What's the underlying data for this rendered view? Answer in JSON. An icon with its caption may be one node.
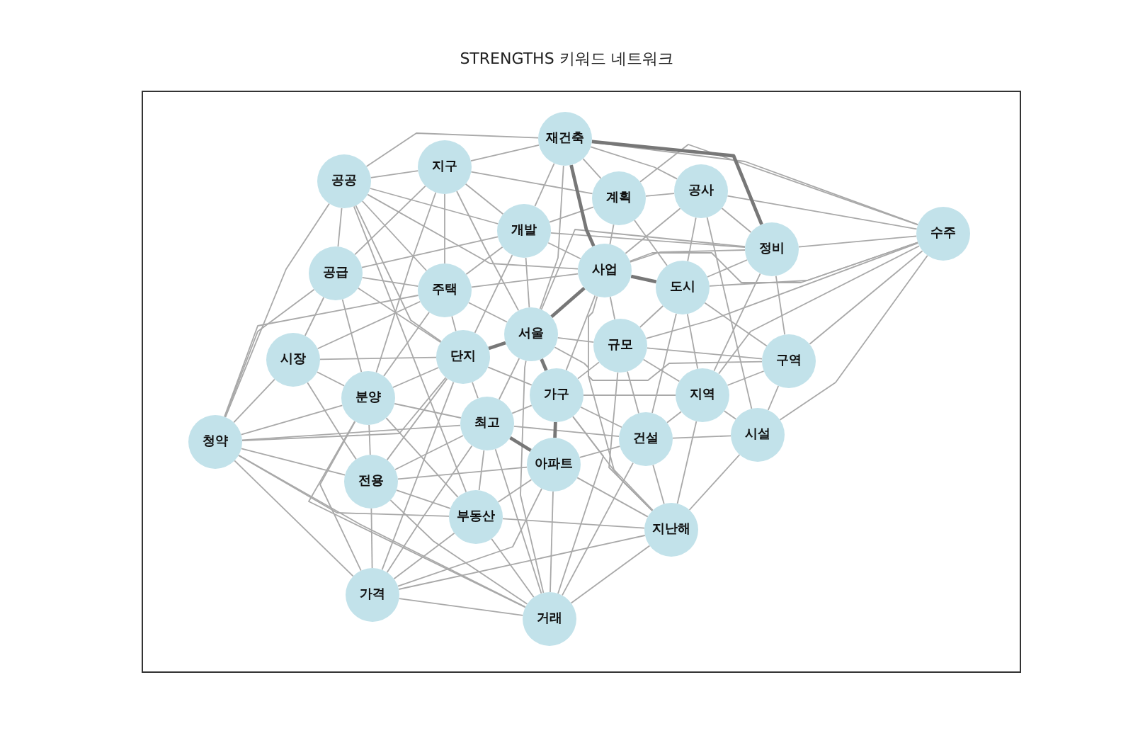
{
  "diagram": {
    "title": "STRENGTHS 키워드 네트워크",
    "nodes": [
      {
        "text": [
          "재건축"
        ]
      },
      {
        "text": [
          "지구"
        ]
      },
      {
        "text": [
          "공공"
        ]
      },
      {
        "text": [
          "공사"
        ]
      },
      {
        "text": [
          "계획"
        ]
      },
      {
        "text": [
          "개발"
        ]
      },
      {
        "text": [
          "수주"
        ]
      },
      {
        "text": [
          "정비"
        ]
      },
      {
        "text": [
          "공급"
        ]
      },
      {
        "text": [
          "사업"
        ]
      },
      {
        "text": [
          "도시"
        ]
      },
      {
        "text": [
          "주택"
        ]
      },
      {
        "text": [
          "서울"
        ]
      },
      {
        "text": [
          "규모"
        ]
      },
      {
        "text": [
          "단지"
        ]
      },
      {
        "text": [
          "시장"
        ]
      },
      {
        "text": [
          "구역"
        ]
      },
      {
        "text": [
          "가구"
        ]
      },
      {
        "text": [
          "분양"
        ]
      },
      {
        "text": [
          "지역"
        ]
      },
      {
        "text": [
          "최고"
        ]
      },
      {
        "text": [
          "건설"
        ]
      },
      {
        "text": [
          "시설"
        ]
      },
      {
        "text": [
          "청약"
        ]
      },
      {
        "text": [
          "아파트"
        ]
      },
      {
        "text": [
          "전용"
        ]
      },
      {
        "text": [
          "부동산"
        ]
      },
      {
        "text": [
          "지난해"
        ]
      },
      {
        "text": [
          "가격"
        ]
      },
      {
        "text": [
          "거래"
        ]
      }
    ],
    "edges": [
      {
        "from": 0,
        "to": 1,
        "arrow": "none"
      },
      {
        "from": 0,
        "to": 2,
        "arrow": "none"
      },
      {
        "from": 0,
        "to": 3,
        "arrow": "none"
      },
      {
        "from": 0,
        "to": 4,
        "arrow": "none"
      },
      {
        "from": 0,
        "to": 5,
        "arrow": "none"
      },
      {
        "from": 0,
        "to": 6,
        "arrow": "none"
      },
      {
        "from": 0,
        "to": 7,
        "arrow": "none",
        "style": "thick"
      },
      {
        "from": 0,
        "to": 9,
        "arrow": "none",
        "style": "thick"
      },
      {
        "from": 0,
        "to": 12,
        "arrow": "none"
      },
      {
        "from": 1,
        "to": 2,
        "arrow": "none"
      },
      {
        "from": 1,
        "to": 4,
        "arrow": "none"
      },
      {
        "from": 1,
        "to": 5,
        "arrow": "none"
      },
      {
        "from": 1,
        "to": 8,
        "arrow": "none"
      },
      {
        "from": 1,
        "to": 11,
        "arrow": "none"
      },
      {
        "from": 1,
        "to": 12,
        "arrow": "none"
      },
      {
        "from": 1,
        "to": 18,
        "arrow": "none"
      },
      {
        "from": 2,
        "to": 5,
        "arrow": "none"
      },
      {
        "from": 2,
        "to": 8,
        "arrow": "none"
      },
      {
        "from": 2,
        "to": 9,
        "arrow": "none"
      },
      {
        "from": 2,
        "to": 11,
        "arrow": "none"
      },
      {
        "from": 2,
        "to": 14,
        "arrow": "none"
      },
      {
        "from": 2,
        "to": 23,
        "arrow": "none"
      },
      {
        "from": 2,
        "to": 26,
        "arrow": "none"
      },
      {
        "from": 3,
        "to": 4,
        "arrow": "none"
      },
      {
        "from": 3,
        "to": 6,
        "arrow": "none"
      },
      {
        "from": 3,
        "to": 7,
        "arrow": "none"
      },
      {
        "from": 3,
        "to": 9,
        "arrow": "none"
      },
      {
        "from": 3,
        "to": 10,
        "arrow": "none"
      },
      {
        "from": 3,
        "to": 22,
        "arrow": "none"
      },
      {
        "from": 4,
        "to": 5,
        "arrow": "none"
      },
      {
        "from": 4,
        "to": 6,
        "arrow": "none"
      },
      {
        "from": 4,
        "to": 9,
        "arrow": "none"
      },
      {
        "from": 4,
        "to": 10,
        "arrow": "none"
      },
      {
        "from": 5,
        "to": 7,
        "arrow": "none"
      },
      {
        "from": 5,
        "to": 8,
        "arrow": "none"
      },
      {
        "from": 5,
        "to": 9,
        "arrow": "none"
      },
      {
        "from": 5,
        "to": 11,
        "arrow": "none"
      },
      {
        "from": 5,
        "to": 12,
        "arrow": "none"
      },
      {
        "from": 5,
        "to": 14,
        "arrow": "none"
      },
      {
        "from": 6,
        "to": 7,
        "arrow": "none"
      },
      {
        "from": 6,
        "to": 9,
        "arrow": "none"
      },
      {
        "from": 6,
        "to": 10,
        "arrow": "none"
      },
      {
        "from": 6,
        "to": 13,
        "arrow": "none"
      },
      {
        "from": 6,
        "to": 16,
        "arrow": "none"
      },
      {
        "from": 6,
        "to": 19,
        "arrow": "none"
      },
      {
        "from": 6,
        "to": 22,
        "arrow": "none"
      },
      {
        "from": 7,
        "to": 9,
        "arrow": "none"
      },
      {
        "from": 7,
        "to": 10,
        "arrow": "none"
      },
      {
        "from": 7,
        "to": 12,
        "arrow": "none"
      },
      {
        "from": 7,
        "to": 16,
        "arrow": "none"
      },
      {
        "from": 7,
        "to": 19,
        "arrow": "none"
      },
      {
        "from": 8,
        "to": 11,
        "arrow": "none"
      },
      {
        "from": 8,
        "to": 14,
        "arrow": "none"
      },
      {
        "from": 8,
        "to": 15,
        "arrow": "none"
      },
      {
        "from": 8,
        "to": 18,
        "arrow": "none"
      },
      {
        "from": 8,
        "to": 23,
        "arrow": "none"
      },
      {
        "from": 9,
        "to": 10,
        "arrow": "none",
        "style": "thick"
      },
      {
        "from": 9,
        "to": 11,
        "arrow": "none"
      },
      {
        "from": 9,
        "to": 12,
        "arrow": "none",
        "style": "thick"
      },
      {
        "from": 9,
        "to": 13,
        "arrow": "none"
      },
      {
        "from": 9,
        "to": 17,
        "arrow": "none"
      },
      {
        "from": 9,
        "to": 27,
        "arrow": "none"
      },
      {
        "from": 10,
        "to": 13,
        "arrow": "none"
      },
      {
        "from": 10,
        "to": 16,
        "arrow": "none"
      },
      {
        "from": 10,
        "to": 19,
        "arrow": "none"
      },
      {
        "from": 10,
        "to": 21,
        "arrow": "none"
      },
      {
        "from": 11,
        "to": 12,
        "arrow": "none"
      },
      {
        "from": 11,
        "to": 14,
        "arrow": "none"
      },
      {
        "from": 11,
        "to": 15,
        "arrow": "none"
      },
      {
        "from": 11,
        "to": 18,
        "arrow": "none"
      },
      {
        "from": 11,
        "to": 23,
        "arrow": "none"
      },
      {
        "from": 12,
        "to": 13,
        "arrow": "none"
      },
      {
        "from": 12,
        "to": 14,
        "arrow": "none",
        "style": "thick"
      },
      {
        "from": 12,
        "to": 16,
        "arrow": "none"
      },
      {
        "from": 12,
        "to": 17,
        "arrow": "none",
        "style": "thick"
      },
      {
        "from": 12,
        "to": 20,
        "arrow": "none"
      },
      {
        "from": 12,
        "to": 29,
        "arrow": "none"
      },
      {
        "from": 13,
        "to": 16,
        "arrow": "none"
      },
      {
        "from": 13,
        "to": 17,
        "arrow": "none"
      },
      {
        "from": 13,
        "to": 19,
        "arrow": "none"
      },
      {
        "from": 13,
        "to": 21,
        "arrow": "none"
      },
      {
        "from": 13,
        "to": 27,
        "arrow": "none"
      },
      {
        "from": 14,
        "to": 15,
        "arrow": "none"
      },
      {
        "from": 14,
        "to": 17,
        "arrow": "none"
      },
      {
        "from": 14,
        "to": 18,
        "arrow": "none"
      },
      {
        "from": 14,
        "to": 20,
        "arrow": "none"
      },
      {
        "from": 14,
        "to": 23,
        "arrow": "none"
      },
      {
        "from": 14,
        "to": 25,
        "arrow": "none"
      },
      {
        "from": 14,
        "to": 28,
        "arrow": "none"
      },
      {
        "from": 15,
        "to": 18,
        "arrow": "none"
      },
      {
        "from": 15,
        "to": 23,
        "arrow": "none"
      },
      {
        "from": 15,
        "to": 25,
        "arrow": "none"
      },
      {
        "from": 16,
        "to": 19,
        "arrow": "none"
      },
      {
        "from": 16,
        "to": 22,
        "arrow": "none"
      },
      {
        "from": 17,
        "to": 19,
        "arrow": "none"
      },
      {
        "from": 17,
        "to": 20,
        "arrow": "none"
      },
      {
        "from": 17,
        "to": 21,
        "arrow": "none"
      },
      {
        "from": 17,
        "to": 24,
        "arrow": "none",
        "style": "thick"
      },
      {
        "from": 17,
        "to": 27,
        "arrow": "none"
      },
      {
        "from": 17,
        "to": 29,
        "arrow": "none"
      },
      {
        "from": 18,
        "to": 20,
        "arrow": "none"
      },
      {
        "from": 18,
        "to": 23,
        "arrow": "none"
      },
      {
        "from": 18,
        "to": 25,
        "arrow": "none"
      },
      {
        "from": 18,
        "to": 26,
        "arrow": "none"
      },
      {
        "from": 18,
        "to": 28,
        "arrow": "none"
      },
      {
        "from": 18,
        "to": 29,
        "arrow": "none"
      },
      {
        "from": 19,
        "to": 21,
        "arrow": "none"
      },
      {
        "from": 19,
        "to": 22,
        "arrow": "none"
      },
      {
        "from": 19,
        "to": 27,
        "arrow": "none"
      },
      {
        "from": 20,
        "to": 21,
        "arrow": "none"
      },
      {
        "from": 20,
        "to": 23,
        "arrow": "none"
      },
      {
        "from": 20,
        "to": 24,
        "arrow": "none",
        "style": "thick"
      },
      {
        "from": 20,
        "to": 25,
        "arrow": "none"
      },
      {
        "from": 20,
        "to": 26,
        "arrow": "none"
      },
      {
        "from": 20,
        "to": 28,
        "arrow": "none"
      },
      {
        "from": 20,
        "to": 29,
        "arrow": "none"
      },
      {
        "from": 21,
        "to": 22,
        "arrow": "none"
      },
      {
        "from": 21,
        "to": 24,
        "arrow": "none"
      },
      {
        "from": 21,
        "to": 27,
        "arrow": "none"
      },
      {
        "from": 21,
        "to": 29,
        "arrow": "none"
      },
      {
        "from": 22,
        "to": 27,
        "arrow": "none"
      },
      {
        "from": 23,
        "to": 25,
        "arrow": "none"
      },
      {
        "from": 23,
        "to": 26,
        "arrow": "none"
      },
      {
        "from": 23,
        "to": 28,
        "arrow": "none"
      },
      {
        "from": 23,
        "to": 29,
        "arrow": "none"
      },
      {
        "from": 24,
        "to": 25,
        "arrow": "none"
      },
      {
        "from": 24,
        "to": 26,
        "arrow": "none"
      },
      {
        "from": 24,
        "to": 27,
        "arrow": "none"
      },
      {
        "from": 24,
        "to": 28,
        "arrow": "none"
      },
      {
        "from": 24,
        "to": 29,
        "arrow": "none"
      },
      {
        "from": 25,
        "to": 26,
        "arrow": "none"
      },
      {
        "from": 25,
        "to": 28,
        "arrow": "none"
      },
      {
        "from": 25,
        "to": 29,
        "arrow": "none"
      },
      {
        "from": 26,
        "to": 27,
        "arrow": "none"
      },
      {
        "from": 26,
        "to": 28,
        "arrow": "none"
      },
      {
        "from": 26,
        "to": 29,
        "arrow": "none"
      },
      {
        "from": 27,
        "to": 28,
        "arrow": "none"
      },
      {
        "from": 27,
        "to": 29,
        "arrow": "none"
      },
      {
        "from": 28,
        "to": 29,
        "arrow": "none"
      }
    ]
  }
}
